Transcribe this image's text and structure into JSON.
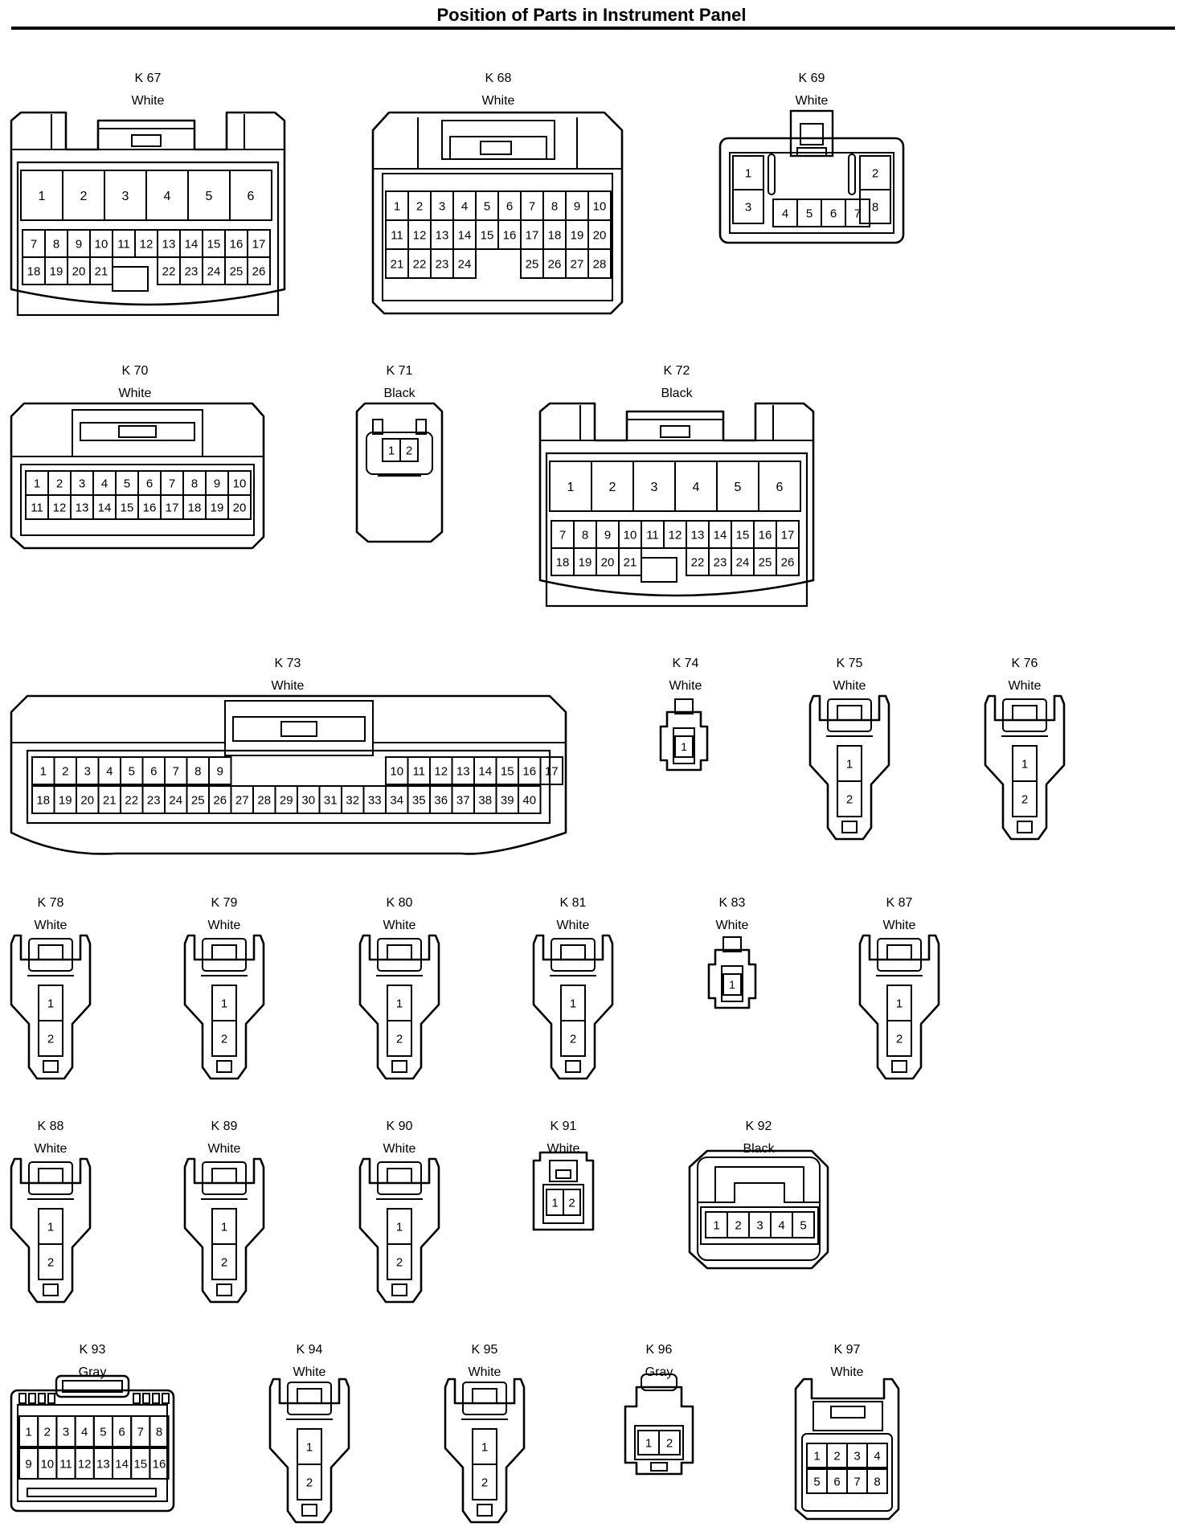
{
  "page_title": "Position of Parts in Instrument Panel",
  "connectors": [
    {
      "id": "K 67",
      "color": "White",
      "type": "big26"
    },
    {
      "id": "K 68",
      "color": "White",
      "type": "k68"
    },
    {
      "id": "K 69",
      "color": "White",
      "type": "k69"
    },
    {
      "id": "K 70",
      "color": "White",
      "type": "k70"
    },
    {
      "id": "K 71",
      "color": "Black",
      "type": "k71"
    },
    {
      "id": "K 72",
      "color": "Black",
      "type": "big26"
    },
    {
      "id": "K 73",
      "color": "White",
      "type": "k73"
    },
    {
      "id": "K 74",
      "color": "White",
      "type": "small1"
    },
    {
      "id": "K 75",
      "color": "White",
      "type": "tall2"
    },
    {
      "id": "K 76",
      "color": "White",
      "type": "tall2"
    },
    {
      "id": "K 78",
      "color": "White",
      "type": "tall2"
    },
    {
      "id": "K 79",
      "color": "White",
      "type": "tall2"
    },
    {
      "id": "K 80",
      "color": "White",
      "type": "tall2"
    },
    {
      "id": "K 81",
      "color": "White",
      "type": "tall2"
    },
    {
      "id": "K 83",
      "color": "White",
      "type": "small1"
    },
    {
      "id": "K 87",
      "color": "White",
      "type": "tall2"
    },
    {
      "id": "K 88",
      "color": "White",
      "type": "tall2"
    },
    {
      "id": "K 89",
      "color": "White",
      "type": "tall2"
    },
    {
      "id": "K 90",
      "color": "White",
      "type": "tall2"
    },
    {
      "id": "K 91",
      "color": "White",
      "type": "k91"
    },
    {
      "id": "K 92",
      "color": "Black",
      "type": "k92"
    },
    {
      "id": "K 93",
      "color": "Gray",
      "type": "k93"
    },
    {
      "id": "K 94",
      "color": "White",
      "type": "tall2"
    },
    {
      "id": "K 95",
      "color": "White",
      "type": "tall2"
    },
    {
      "id": "K 96",
      "color": "Gray",
      "type": "k96"
    },
    {
      "id": "K 97",
      "color": "White",
      "type": "k97"
    }
  ]
}
